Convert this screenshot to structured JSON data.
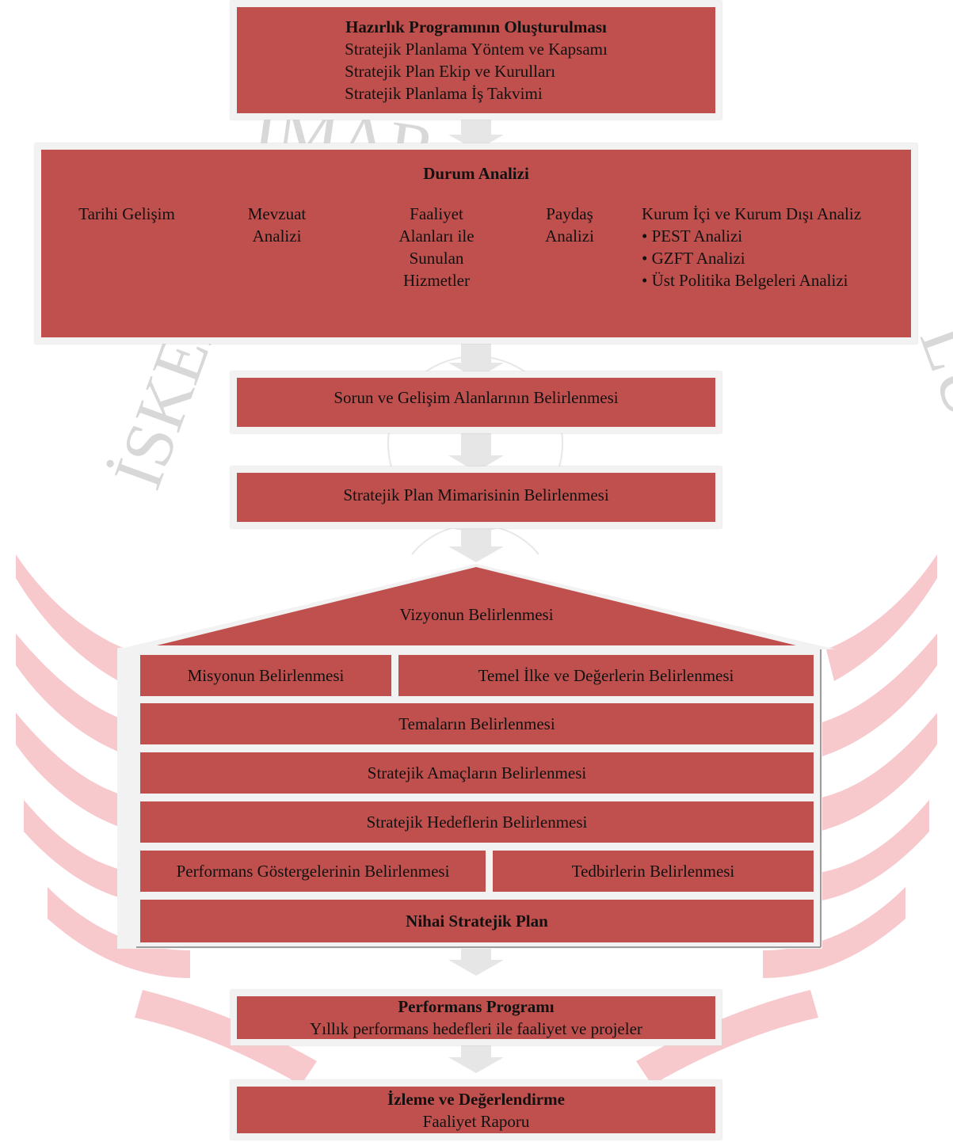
{
  "watermark": {
    "text_fragments": [
      "İMAR",
      "İSKEN",
      "LÜĞÜ"
    ],
    "colors": {
      "laurel": "#f7c9cd",
      "ring": "#e9e6e6",
      "letters": "#d8d8d8"
    }
  },
  "colors": {
    "box_fill": "#c0504d",
    "box_border": "#f2f2f2",
    "arrow": "#e6e6e6",
    "text": "#111111"
  },
  "hazirlik": {
    "title": "Hazırlık Programının Oluşturulması",
    "lines": [
      "Stratejik Planlama Yöntem ve Kapsamı",
      "Stratejik Plan Ekip ve Kurulları",
      "Stratejik Planlama İş Takvimi"
    ]
  },
  "durum": {
    "title": "Durum Analizi",
    "cells": [
      {
        "text": "Tarihi Gelişim"
      },
      {
        "text": "Mevzuat Analizi"
      },
      {
        "text": "Faaliyet Alanları ile Sunulan Hizmetler"
      },
      {
        "text": "Paydaş Analizi"
      }
    ],
    "kurum": {
      "heading": "Kurum İçi ve Kurum Dışı Analiz",
      "bullets": [
        "PEST Analizi",
        "GZFT Analizi",
        "Üst Politika Belgeleri Analizi"
      ]
    }
  },
  "sorun": "Sorun ve Gelişim Alanlarının Belirlenmesi",
  "mimari": "Stratejik Plan Mimarisinin Belirlenmesi",
  "house": {
    "roof": "Vizyonun Belirlenmesi",
    "misyon": "Misyonun Belirlenmesi",
    "temel": "Temel İlke ve Değerlerin Belirlenmesi",
    "temalar": "Temaların Belirlenmesi",
    "amaclar": "Stratejik Amaçların Belirlenmesi",
    "hedefler": "Stratejik Hedeflerin Belirlenmesi",
    "performans_gostergeleri": "Performans Göstergelerinin Belirlenmesi",
    "tedbirler": "Tedbirlerin Belirlenmesi",
    "nihai": "Nihai Stratejik Plan"
  },
  "performans": {
    "title": "Performans Programı",
    "subtitle": "Yıllık performans hedefleri ile faaliyet ve projeler"
  },
  "izleme": {
    "title": "İzleme ve Değerlendirme",
    "subtitle": "Faaliyet Raporu"
  }
}
